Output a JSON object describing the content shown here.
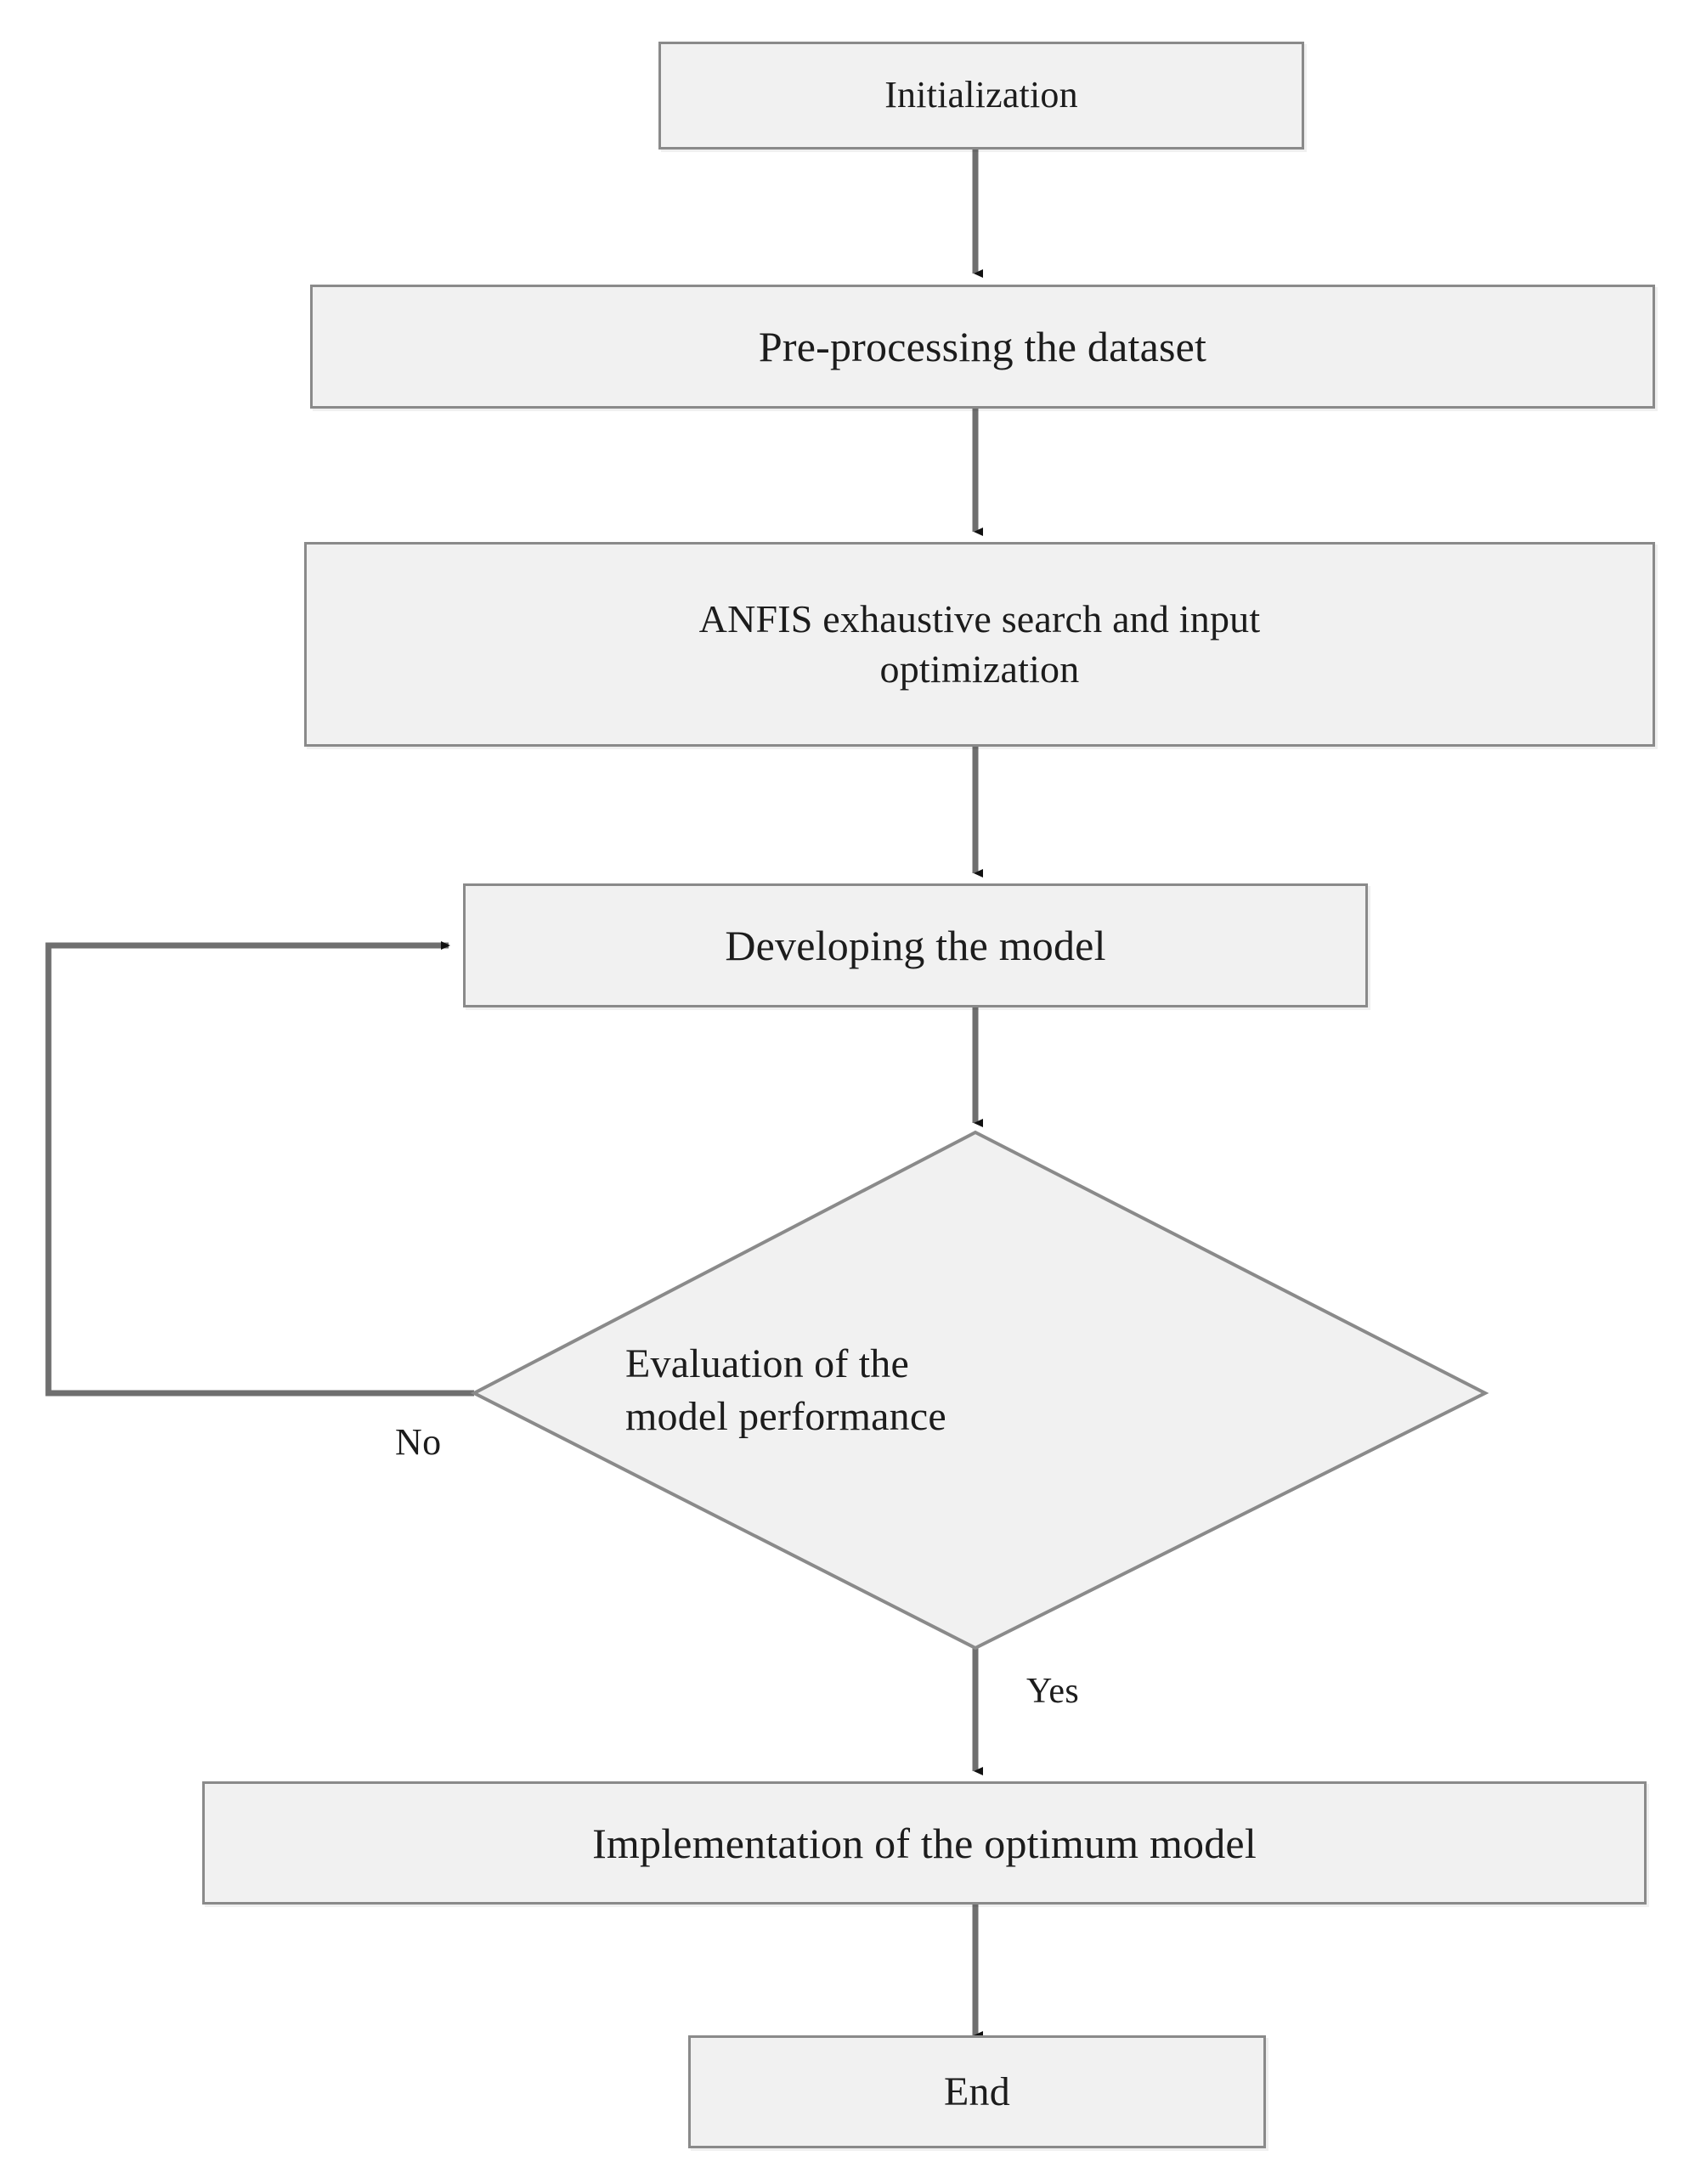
{
  "diagram": {
    "title": "ANFIS model development flowchart",
    "type": "flowchart",
    "background_color": "#ffffff",
    "node_fill_color": "#f1f1f1",
    "node_border_color": "#8a8a8a",
    "connector_color": "#6f6f6f",
    "text_color": "#1c1c1c",
    "nodes": [
      {
        "id": "initialization",
        "shape": "rectangle",
        "label": "Initialization",
        "font_size": 44
      },
      {
        "id": "preprocessing",
        "shape": "rectangle",
        "label": "Pre-processing the dataset",
        "font_size": 50
      },
      {
        "id": "anfis-search",
        "shape": "rectangle",
        "label": "ANFIS exhaustive search and input\noptimization",
        "font_size": 46
      },
      {
        "id": "developing-model",
        "shape": "rectangle",
        "label": "Developing the model",
        "font_size": 50
      },
      {
        "id": "evaluation",
        "shape": "diamond",
        "label": "Evaluation of the\nmodel performance",
        "font_size": 48
      },
      {
        "id": "implementation",
        "shape": "rectangle",
        "label": "Implementation of the optimum model",
        "font_size": 50
      },
      {
        "id": "end",
        "shape": "rectangle",
        "label": "End",
        "font_size": 48
      }
    ],
    "edge_labels": [
      {
        "id": "no-label",
        "text": "No",
        "font_size": 44
      },
      {
        "id": "yes-label",
        "text": "Yes",
        "font_size": 42
      }
    ],
    "edges": [
      {
        "from": "initialization",
        "to": "preprocessing",
        "label": ""
      },
      {
        "from": "preprocessing",
        "to": "anfis-search",
        "label": ""
      },
      {
        "from": "anfis-search",
        "to": "developing-model",
        "label": ""
      },
      {
        "from": "developing-model",
        "to": "evaluation",
        "label": ""
      },
      {
        "from": "evaluation",
        "to": "developing-model",
        "label": "No"
      },
      {
        "from": "evaluation",
        "to": "implementation",
        "label": "Yes"
      },
      {
        "from": "implementation",
        "to": "end",
        "label": ""
      }
    ]
  }
}
